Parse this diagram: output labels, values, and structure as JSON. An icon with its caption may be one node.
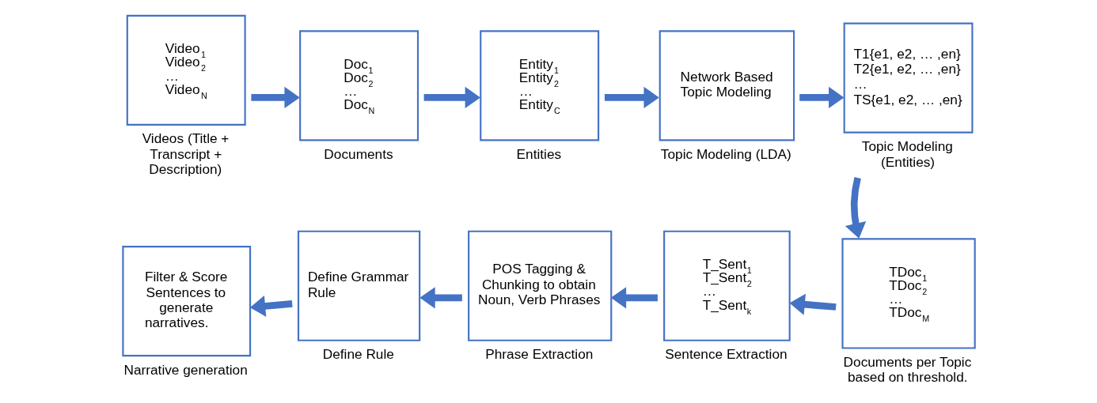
{
  "diagram": {
    "nodes": [
      {
        "text": [
          "Video$_{1}$",
          "Video$_{2}$",
          "…",
          "Video$_{N}$"
        ],
        "beside": [
          "Videos (Title + Transcript + Description)"
        ]
      },
      {
        "text": [
          "Doc$_{1}$",
          "Doc$_{2}$",
          "…",
          "Doc$_{N}$"
        ],
        "beside": [
          "Documents"
        ]
      },
      {
        "text": [
          "Entity$_{1}$",
          "Entity$_{2}$",
          "…",
          "Entity$_{C}$"
        ],
        "beside": [
          "Entities"
        ]
      },
      {
        "text": [
          "Network Based Topic Modeling"
        ],
        "beside": [
          "Topic Modeling (LDA)"
        ]
      },
      {
        "text": [
          "T1{e1, e2, … ,en}",
          "T2{e1, e2, … ,en}",
          "…",
          "TS{e1, e2, … ,en}"
        ],
        "beside": [
          "Topic Modeling (Entities)"
        ]
      },
      {
        "text": [
          "TDoc$_{1}$",
          "TDoc$_{2}$",
          "…",
          "TDoc$_{M}$"
        ],
        "beside": [
          "Documents per Topic based on threshold."
        ]
      },
      {
        "text": [
          "T_Sent$_{1}$",
          "T_Sent$_{2}$",
          "…",
          "T_Sent$_{k}$"
        ],
        "beside": [
          "Sentence Extraction"
        ]
      },
      {
        "text": [
          "POS Tagging & Chunking to obtain Noun, Verb Phrases"
        ],
        "beside": [
          "Phrase Extraction"
        ]
      },
      {
        "text": [
          "Define Grammar Rule"
        ],
        "beside": [
          "Define Rule"
        ]
      },
      {
        "text": [
          "Filter & Score Sentences to generate narratives."
        ],
        "beside": [
          "Narrative generation"
        ]
      }
    ],
    "edges": [
      {
        "from": 0,
        "to": 1,
        "arrow": "to"
      },
      {
        "from": 1,
        "to": 2,
        "arrow": "to"
      },
      {
        "from": 2,
        "to": 3,
        "arrow": "to"
      },
      {
        "from": 3,
        "to": 4,
        "arrow": "to"
      },
      {
        "from": 4,
        "to": 5,
        "arrow": "to"
      },
      {
        "from": 5,
        "to": 6,
        "arrow": "to"
      },
      {
        "from": 6,
        "to": 7,
        "arrow": "to"
      },
      {
        "from": 7,
        "to": 8,
        "arrow": "to"
      },
      {
        "from": 8,
        "to": 9,
        "arrow": "to"
      }
    ]
  }
}
